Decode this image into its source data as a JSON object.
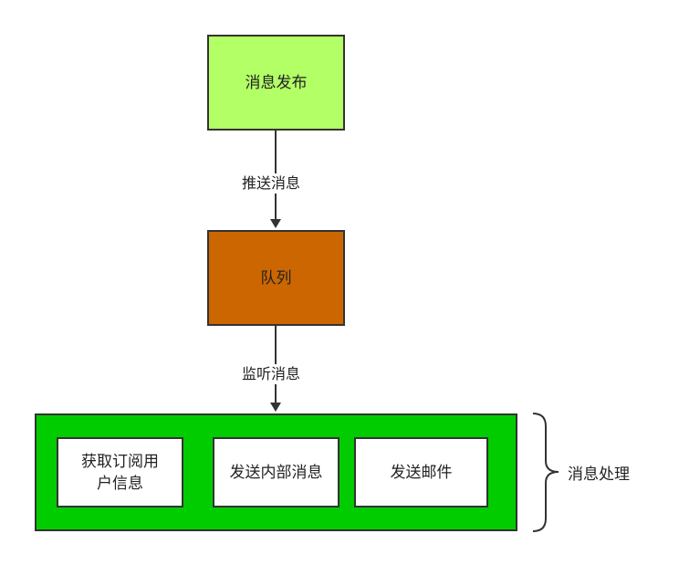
{
  "nodes": {
    "publish": "消息发布",
    "queue": "队列",
    "get_subscribers": "获取订阅用户信息",
    "send_internal": "发送内部消息",
    "send_mail": "发送邮件"
  },
  "edges": {
    "push": "推送消息",
    "listen": "监听消息"
  },
  "brace_label": "消息处理",
  "colors": {
    "publish_fill": "#b3ff66",
    "queue_fill": "#cc6600",
    "group_fill": "#00cc00",
    "inner_fill": "#ffffff",
    "stroke": "#333333"
  }
}
